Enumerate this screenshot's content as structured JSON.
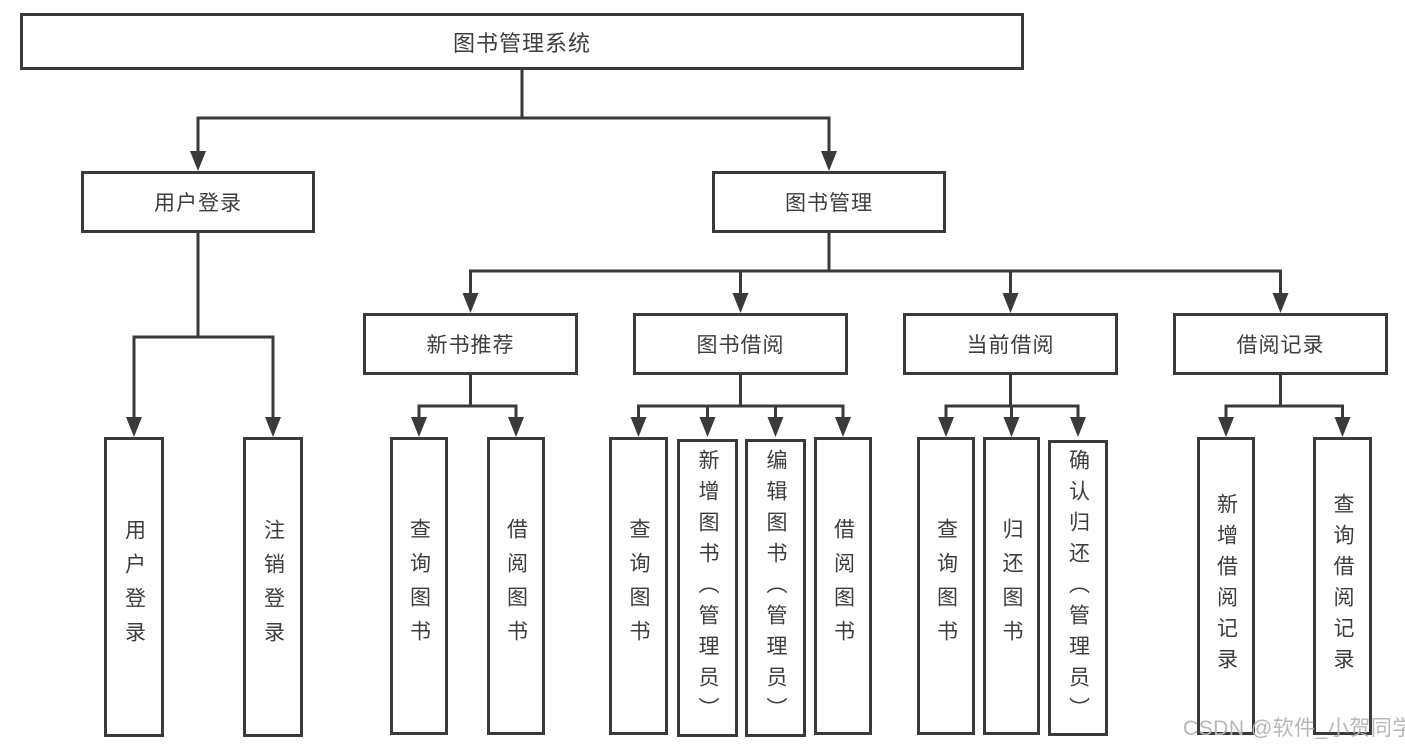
{
  "title": "图书管理系统",
  "tree": {
    "root": {
      "label": "图书管理系统"
    },
    "branches": [
      {
        "label": "用户登录",
        "children": [
          {
            "label": "用户登录"
          },
          {
            "label": "注销登录"
          }
        ]
      },
      {
        "label": "图书管理",
        "children": [
          {
            "label": "新书推荐",
            "children": [
              {
                "label": "查询图书"
              },
              {
                "label": "借阅图书"
              }
            ]
          },
          {
            "label": "图书借阅",
            "children": [
              {
                "label": "查询图书"
              },
              {
                "label": "新增图书（管理员）"
              },
              {
                "label": "编辑图书（管理员）"
              },
              {
                "label": "借阅图书"
              }
            ]
          },
          {
            "label": "当前借阅",
            "children": [
              {
                "label": "查询图书"
              },
              {
                "label": "归还图书"
              },
              {
                "label": "确认归还（管理员）"
              }
            ]
          },
          {
            "label": "借阅记录",
            "children": [
              {
                "label": "新增借阅记录"
              },
              {
                "label": "查询借阅记录"
              }
            ]
          }
        ]
      }
    ]
  },
  "watermark": {
    "text": "CSDN @软件_小贺同学"
  },
  "colors": {
    "line": "#3a3a3a",
    "text": "#3d3d3d",
    "background": "#ffffff",
    "watermark_text": "#b4b8b8"
  }
}
